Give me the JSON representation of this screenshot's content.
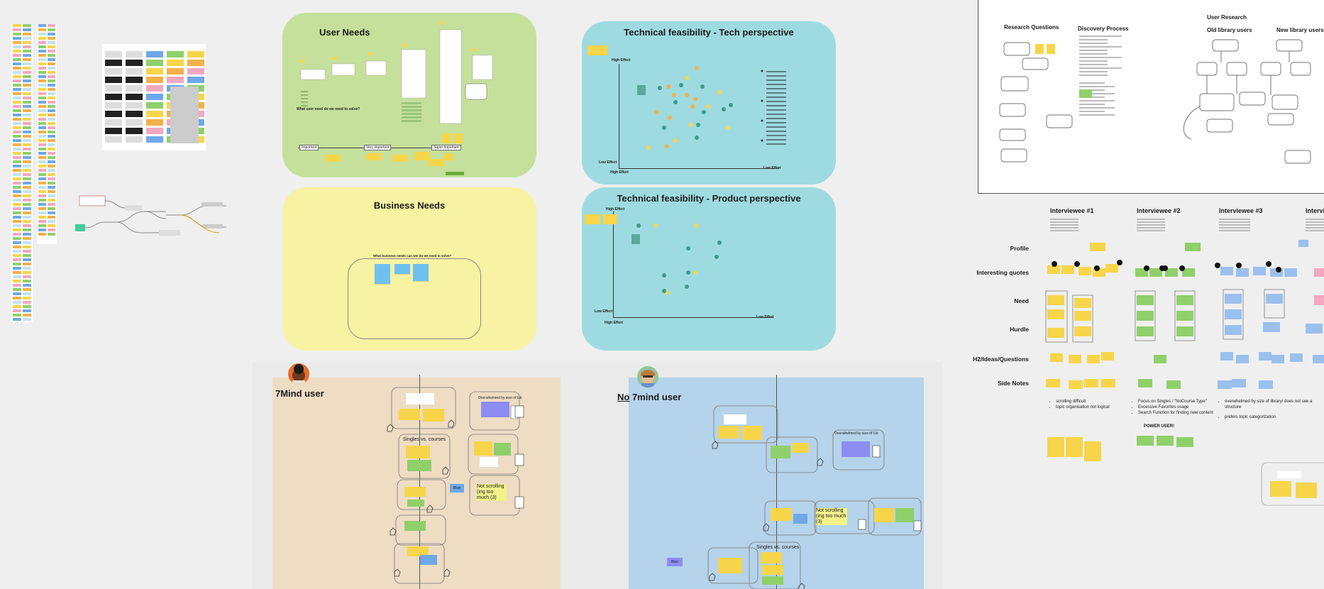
{
  "colors": {
    "canvas": "#efefef",
    "user_needs_bg": "#c5e09b",
    "business_needs_bg": "#f8f2a3",
    "tech_bg": "#9edbe1",
    "seven_mind_bg": "#eedcc3",
    "no_seven_mind_bg": "#b5d3ea",
    "sticky_yellow": "#f6d54a",
    "sticky_green": "#8fd06a",
    "sticky_blue": "#6ea8e8",
    "sticky_pink": "#f3a7c1",
    "sticky_orange": "#f4b04a",
    "sticky_purple": "#8c8df0"
  },
  "frames": {
    "user_needs": {
      "title": "User Needs",
      "question": "What user need do we need to solve?",
      "axis_left": "Important",
      "axis_mid": "Very important",
      "axis_right": "Super important"
    },
    "business_needs": {
      "title": "Business Needs",
      "question": "What business needs can we/ do we need to solve?"
    },
    "tech_feasibility": {
      "title": "Technical feasibility - Tech perspective",
      "y_top": "High Effect",
      "y_bottom": "Low Effect",
      "x_left": "High Effort",
      "x_right": "Low Effort"
    },
    "product_feasibility": {
      "title": "Technical feasibility - Product perspective",
      "y_top": "High Effect",
      "y_bottom": "Low Effect",
      "x_left": "High Effort",
      "x_right": "Low Effort"
    },
    "seven_mind_user": {
      "title": "7Mind user",
      "cards": {
        "overwhelmed": "Overwhelmed by size of Lib",
        "singles_courses": "Singles vs. courses",
        "not_scrolling": "Not scrolling (ing too much (3)",
        "blue_tag": "Blue"
      }
    },
    "no_seven_mind_user": {
      "title_prefix": "No",
      "title_rest": " 7mind user",
      "cards": {
        "overwhelmed": "Overwhelmed by size of Lib",
        "singles_courses": "Singles vs. courses",
        "not_scrolling": "Not scrolling (ing too much (3)",
        "blue_tag": "Blue"
      }
    }
  },
  "research": {
    "research_questions": "Research Questions",
    "discovery_process": "Discovery Process",
    "user_research": "User Research",
    "old_library_users": "Old library users",
    "new_library_users": "New library users"
  },
  "interviews": {
    "headers": [
      "Interviewee #1",
      "Interviewee #2",
      "Interviewee #3",
      "Intervie"
    ],
    "row_labels": [
      "Profile",
      "Interesting quotes",
      "Need",
      "Hurdle",
      "H2/Ideas/Questions",
      "Side Notes"
    ],
    "bullets_1": [
      "scrolling difficult",
      "topic organisation not logical"
    ],
    "bullets_2": [
      "Focus on Singles / \"NoCourse Type\"",
      "Excessive Favorites usage",
      "Search Function for finding new content"
    ],
    "bullets_3": [
      "overwhelmed by size of library/ does not see a structure",
      "prefers topic categorization"
    ],
    "power_user": "POWER USER!"
  }
}
